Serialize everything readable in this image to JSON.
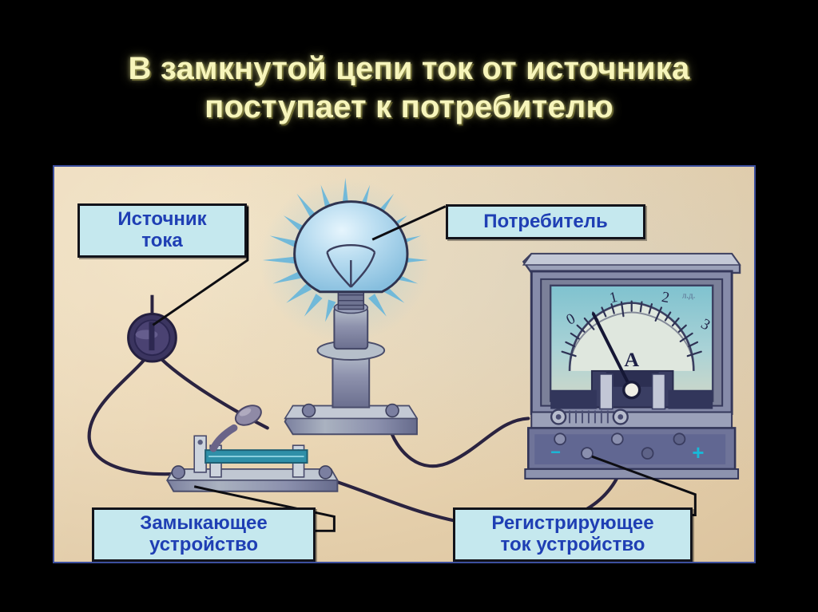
{
  "slide": {
    "background_color": "#000000",
    "title_color": "#f7f5bb",
    "title": "В замкнутой цепи ток от источника\nпоступает к потребителю"
  },
  "panel": {
    "border_color": "#3c4f9e",
    "paper_color": "#e9d7b6",
    "description": "Фотография электрической цепи: источник тока, лампа, ключ и амперметр соединены проводами"
  },
  "callouts": {
    "box_fill": "#c5e8ee",
    "box_border": "#12131a",
    "text_color": "#1f3fb4",
    "items": [
      {
        "id": "source",
        "label": "Источник\nтока"
      },
      {
        "id": "load",
        "label": "Потребитель"
      },
      {
        "id": "switch",
        "label": "Замыкающее\nустройство"
      },
      {
        "id": "meter",
        "label": "Регистрирующее\nток устройство"
      }
    ]
  },
  "ammeter": {
    "unit_symbol": "A",
    "scale_labels": [
      "0",
      "1",
      "2",
      "3"
    ],
    "corner_mark": "л.д.",
    "terminal_minus": "−",
    "terminal_plus": "+",
    "needle_value": 0.4,
    "dial_color": "#a9cfd6",
    "body_color": "#6f7396",
    "terminal_mark_color": "#18b9d8"
  },
  "lamp": {
    "glow_color": "#63b7e0",
    "glass_color": "#9fd0ea",
    "ray_count": 20,
    "state": "glowing"
  },
  "source": {
    "shape": "round-cell",
    "color": "#3b3560"
  },
  "switch": {
    "state": "closed",
    "base_color": "#b8c3cf",
    "bar_color": "#2f8fa8"
  },
  "wires": {
    "color": "#2a2340",
    "count": 4
  }
}
